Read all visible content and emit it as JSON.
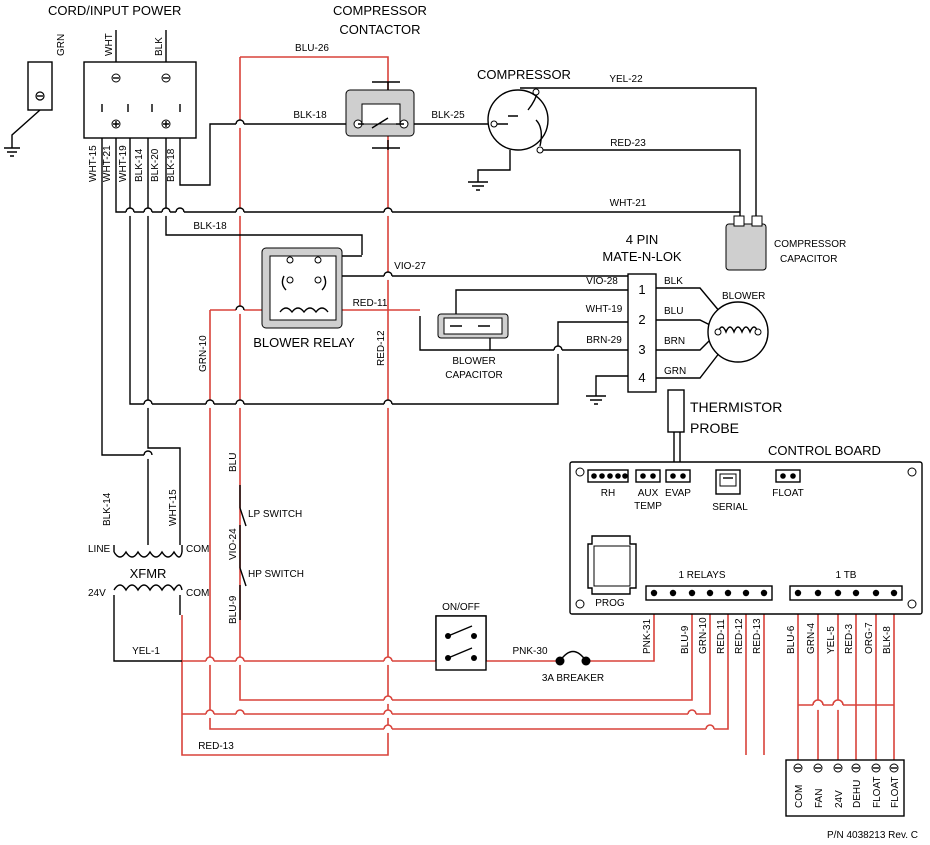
{
  "labels": {
    "cord_input_power": "CORD/INPUT POWER",
    "compressor_contactor_1": "COMPRESSOR",
    "compressor_contactor_2": "CONTACTOR",
    "compressor": "COMPRESSOR",
    "compressor_capacitor_1": "COMPRESSOR",
    "compressor_capacitor_2": "CAPACITOR",
    "mate_n_lok_1": "4 PIN",
    "mate_n_lok_2": "MATE-N-LOK",
    "blower": "BLOWER",
    "blower_relay": "BLOWER RELAY",
    "blower_capacitor_1": "BLOWER",
    "blower_capacitor_2": "CAPACITOR",
    "thermistor_1": "THERMISTOR",
    "thermistor_2": "PROBE",
    "control_board": "CONTROL BOARD",
    "xfmr": "XFMR",
    "line": "LINE",
    "com_top": "COM",
    "v24": "24V",
    "com_bottom": "COM",
    "lp_switch": "LP SWITCH",
    "hp_switch": "HP SWITCH",
    "on_off": "ON/OFF",
    "breaker": "3A BREAKER",
    "part_number": "P/N 4038213 Rev. C"
  },
  "board": {
    "rh": "RH",
    "aux_temp_1": "AUX",
    "aux_temp_2": "TEMP",
    "evap": "EVAP",
    "serial": "SERIAL",
    "float": "FLOAT",
    "prog": "PROG",
    "relays": "1 RELAYS",
    "tb": "1 TB"
  },
  "wires": {
    "grn": "GRN",
    "wht": "WHT",
    "blk": "BLK",
    "wht15": "WHT-15",
    "wht21": "WHT-21",
    "wht19": "WHT-19",
    "blk14": "BLK-14",
    "blk20": "BLK-20",
    "blk18a": "BLK-18",
    "blu26": "BLU-26",
    "blk18b": "BLK-18",
    "blk25": "BLK-25",
    "yel22": "YEL-22",
    "red23": "RED-23",
    "wht21b": "WHT-21",
    "blk18c": "BLK-18",
    "vio27": "VIO-27",
    "vio28": "VIO-28",
    "wht19b": "WHT-19",
    "brn29": "BRN-29",
    "red11": "RED-11",
    "grn10": "GRN-10",
    "red12": "RED-12",
    "blu": "BLU",
    "vio24": "VIO-24",
    "blu9": "BLU-9",
    "blk14b": "BLK-14",
    "wht15b": "WHT-15",
    "yel1": "YEL-1",
    "red13": "RED-13",
    "pnk30": "PNK-30",
    "pnk31": "PNK-31",
    "blu9b": "BLU-9",
    "grn10b": "GRN-10",
    "red11b": "RED-11",
    "red12b": "RED-12",
    "red13b": "RED-13",
    "blu6": "BLU-6",
    "grn4": "GRN-4",
    "yel5": "YEL-5",
    "red3": "RED-3",
    "org7": "ORG-7",
    "blk8": "BLK-8"
  },
  "blower_leads": {
    "blk": "BLK",
    "blu": "BLU",
    "brn": "BRN",
    "grn": "GRN"
  },
  "pins": [
    "1",
    "2",
    "3",
    "4"
  ],
  "terminals": [
    "COM",
    "FAN",
    "24V",
    "DEHU",
    "FLOAT",
    "FLOAT"
  ],
  "colors": {
    "red_wire": "#d8423a",
    "black_wire": "#000000",
    "component_gray": "#cfcfcf"
  }
}
